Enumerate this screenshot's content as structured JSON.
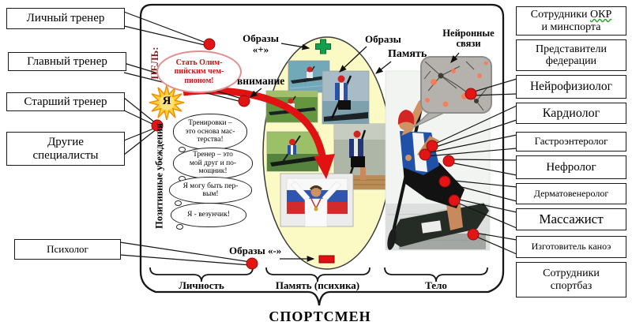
{
  "left_callouts": [
    {
      "id": "personal-coach",
      "label": "Личный тренер"
    },
    {
      "id": "head-coach",
      "label": "Главный тренер"
    },
    {
      "id": "senior-coach",
      "label": "Старший тренер"
    },
    {
      "id": "other-specialists",
      "label": "Другие\nспециалисты"
    },
    {
      "id": "psychologist",
      "label": "Психолог"
    }
  ],
  "right_callouts": [
    {
      "id": "okr-ministry",
      "parts": {
        "a": "Сотрудники",
        "b": "ОКР",
        "c": "и минспорта"
      }
    },
    {
      "id": "federation",
      "label": "Представители\nфедерации"
    },
    {
      "id": "neurophysiologist",
      "label": "Нейрофизиолог"
    },
    {
      "id": "cardiologist",
      "label": "Кардиолог"
    },
    {
      "id": "gastroenterologist",
      "label": "Гастроэнтеролог"
    },
    {
      "id": "nephrologist",
      "label": "Нефролог"
    },
    {
      "id": "dermatovenerologist",
      "label": "Дерматовенеролог"
    },
    {
      "id": "massage-therapist",
      "label": "Массажист"
    },
    {
      "id": "canoe-maker",
      "label": "Изготовитель каноэ"
    },
    {
      "id": "sportbase-staff",
      "label": "Сотрудники\nспортбаз"
    }
  ],
  "center": {
    "goal_label": "ЦЕЛЬ:",
    "goal_bubble": "Стать Олим-\nпийским чем-\nпионом!",
    "self_label": "Я",
    "attention_label": "внимание",
    "beliefs_axis_label": "Позитивные убеждения",
    "belief_bubbles": [
      "Тренировки –\nэто основа мас-\nтерства!",
      "Тренер – это\nмой друг и по-\nмощник!",
      "Я могу быть пер-\nвым!",
      "Я - везунчик!"
    ],
    "images_plus_label": "Образы\n«+»",
    "images_label": "Образы",
    "memory_label": "Память",
    "neural_label": "Нейронные\nсвязи",
    "images_minus_label": "Образы «-»"
  },
  "bottom": {
    "personality_label": "Личность",
    "memory_psyche_label": "Память (психика)",
    "body_label": "Тело",
    "athlete_label": "СПОРТСМЕН"
  },
  "icons": {
    "plus_icon": "green plus — positive images",
    "minus_icon": "red minus — negative images",
    "self_sun_icon": "sun burst around self (Я)",
    "attention_arrow_icon": "thick red curved arrow",
    "callout_dot_icon": "red anchor dot",
    "neural_image": "neuron network photo bubble",
    "athlete_photo": "canoeist in boat photo",
    "flag_photo": "champion with Russian flag"
  },
  "palette": {
    "accent_red": "#e01212",
    "dot_red": "#e21414",
    "ellipse_yellow": "#fbf9c4",
    "plus_green": "#12a04e",
    "goal_text_red": "#cc1111",
    "cloud_border_pink": "#e09090",
    "goal_label_dark_red": "#8b1a1a"
  }
}
